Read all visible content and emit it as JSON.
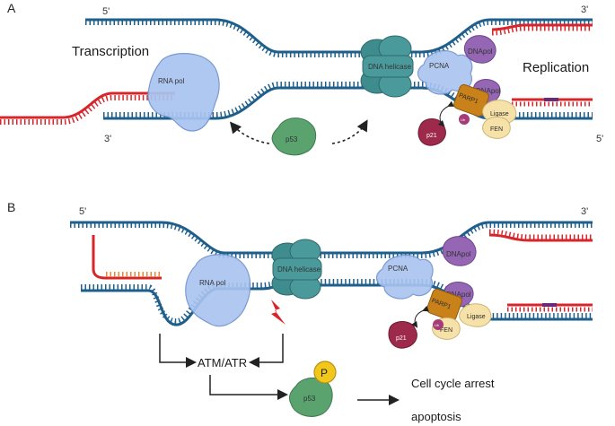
{
  "colors": {
    "dna": "#1f5f8b",
    "rna": "#d7262b",
    "protein_blue": "#a9c4f0",
    "helicase": "#3f8c8f",
    "dnapol": "#9566b4",
    "parp1": "#c9821a",
    "ligase": "#f6e2a8",
    "p21": "#9e2a4b",
    "p53": "#5aa36f",
    "phospho": "#f2c71b"
  },
  "panelA": {
    "letter": "A",
    "end_top_left": "5'",
    "end_top_right": "3'",
    "end_bottom_left": "3'",
    "end_bottom_right": "5'",
    "transcription": "Transcription",
    "replication": "Replication",
    "rna_pol": "RNA pol",
    "dna_helicase": "DNA helicase",
    "pcna": "PCNA",
    "dnapol_top": "DNApol",
    "dnapol_bottom": "DNApol",
    "parp1": "PARP1",
    "ligase": "Ligase",
    "fen": "FEN",
    "p21": "p21",
    "p53": "p53",
    "phospho_mark": "Ub"
  },
  "panelB": {
    "letter": "B",
    "end_top_left": "5'",
    "end_top_right": "3'",
    "rna_pol": "RNA pol",
    "dna_helicase": "DNA helicase",
    "pcna": "PCNA",
    "dnapol_top": "DNApol",
    "dnapol_bottom": "DNApol",
    "parp1": "PARP1",
    "ligase": "Ligase",
    "fen": "FEN",
    "p21": "p21",
    "atm_atr": "ATM/ATR",
    "phospho": "P",
    "p53": "p53",
    "outcome1": "Cell cycle arrest",
    "outcome2": "apoptosis",
    "phospho_mark": "Ub"
  }
}
